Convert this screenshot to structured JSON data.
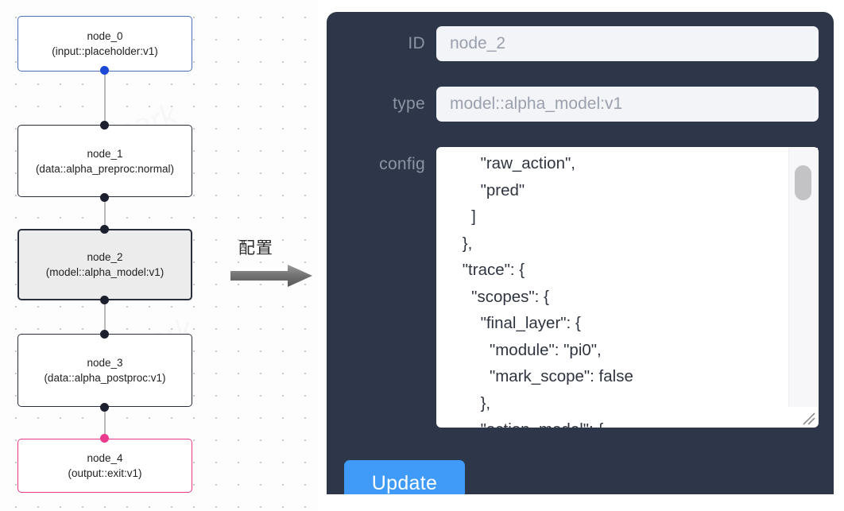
{
  "graph": {
    "nodes": [
      {
        "id": "node_0",
        "title": "node_0",
        "subtitle": "(input::placeholder:v1)",
        "state": "input"
      },
      {
        "id": "node_1",
        "title": "node_1",
        "subtitle": "(data::alpha_preproc:normal)",
        "state": "default"
      },
      {
        "id": "node_2",
        "title": "node_2",
        "subtitle": "(model::alpha_model:v1)",
        "state": "selected"
      },
      {
        "id": "node_3",
        "title": "node_3",
        "subtitle": "(data::alpha_postproc:v1)",
        "state": "default"
      },
      {
        "id": "node_4",
        "title": "node_4",
        "subtitle": "(output::exit:v1)",
        "state": "output"
      }
    ],
    "colors": {
      "input_border": "#4b72b8",
      "default_border": "#2a2f3d",
      "selected_fill": "#ececec",
      "output_border": "#e9368c",
      "handle": "#1b1f2e",
      "handle_input": "#1a49d8",
      "handle_output": "#ea3b8f",
      "edge": "#b9b9b9"
    }
  },
  "annotation": {
    "label": "配置",
    "arrow_icon": "right-arrow-icon",
    "arrow_color": "#7d7d7d"
  },
  "panel": {
    "background": "#2e3749",
    "fields": {
      "id": {
        "label": "ID",
        "value": "node_2",
        "placeholder": "node id"
      },
      "type": {
        "label": "type",
        "value": "model::alpha_model:v1",
        "placeholder": "node type"
      },
      "config": {
        "label": "config",
        "value": "        \"raw_action\",\n        \"pred\"\n      ]\n    },\n    \"trace\": {\n      \"scopes\": {\n        \"final_layer\": {\n          \"module\": \"pi0\",\n          \"mark_scope\": false\n        },\n        \"action_model\": {",
        "placeholder": "config JSON"
      }
    },
    "update_button": {
      "label": "Update",
      "color": "#3f9bf7"
    },
    "scrollbar": {
      "thumb_color": "#c3c3c5",
      "track_color": "#f7f7f9"
    }
  }
}
